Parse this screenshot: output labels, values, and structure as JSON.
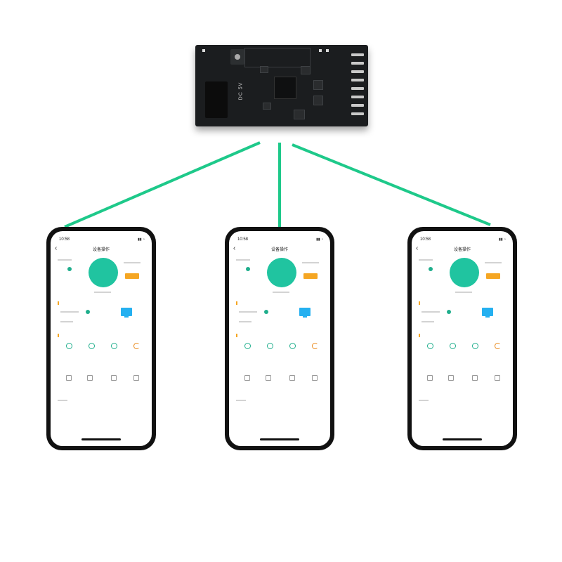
{
  "colors": {
    "link_green": "#1ec98a",
    "board": "#1b1d1f",
    "app_accent": "#20c4a0",
    "badge": "#f5a623",
    "monitor": "#25b0f0"
  },
  "board": {
    "silkscreen": "DC 5V"
  },
  "phones": [
    {
      "time": "10:58",
      "screen_title": "设备操作"
    },
    {
      "time": "10:58",
      "screen_title": "设备操作"
    },
    {
      "time": "10:58",
      "screen_title": "设备操作"
    }
  ],
  "icons": [
    "back-chevron-icon",
    "power-icon",
    "monitor-icon",
    "refresh-icon"
  ]
}
